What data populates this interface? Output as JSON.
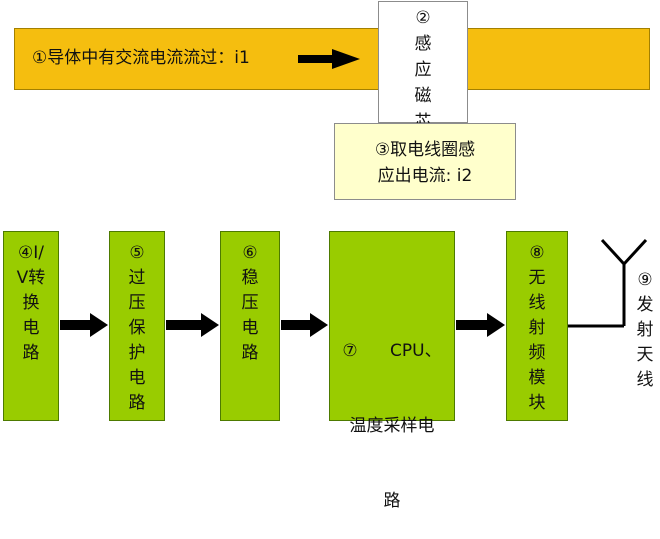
{
  "conductor": {
    "label": "①导体中有交流电流流过：i1",
    "color": "#f5be0f"
  },
  "core": {
    "number": "②",
    "lines": [
      "感",
      "应",
      "磁",
      "芯"
    ]
  },
  "pickup": {
    "line1": "③取电线圈感",
    "line2": "应出电流: i2",
    "color": "#ffffcc"
  },
  "blocks": [
    {
      "lines": [
        "④I/",
        "V转",
        "换",
        "电",
        "路"
      ],
      "color": "#99cc00"
    },
    {
      "lines": [
        "⑤",
        "过",
        "压",
        "保",
        "护",
        "电",
        "路"
      ],
      "color": "#99cc00"
    },
    {
      "lines": [
        "⑥",
        "稳",
        "压",
        "电",
        "路"
      ],
      "color": "#99cc00"
    },
    {
      "lines": [
        "⑦      CPU、",
        "温度采样电",
        "路"
      ],
      "color": "#99cc00"
    },
    {
      "lines": [
        "⑧",
        "无",
        "线",
        "射",
        "频",
        "模",
        "块"
      ],
      "color": "#99cc00"
    }
  ],
  "antenna": {
    "lines": [
      "⑨",
      "发",
      "射",
      "天",
      "线"
    ]
  }
}
